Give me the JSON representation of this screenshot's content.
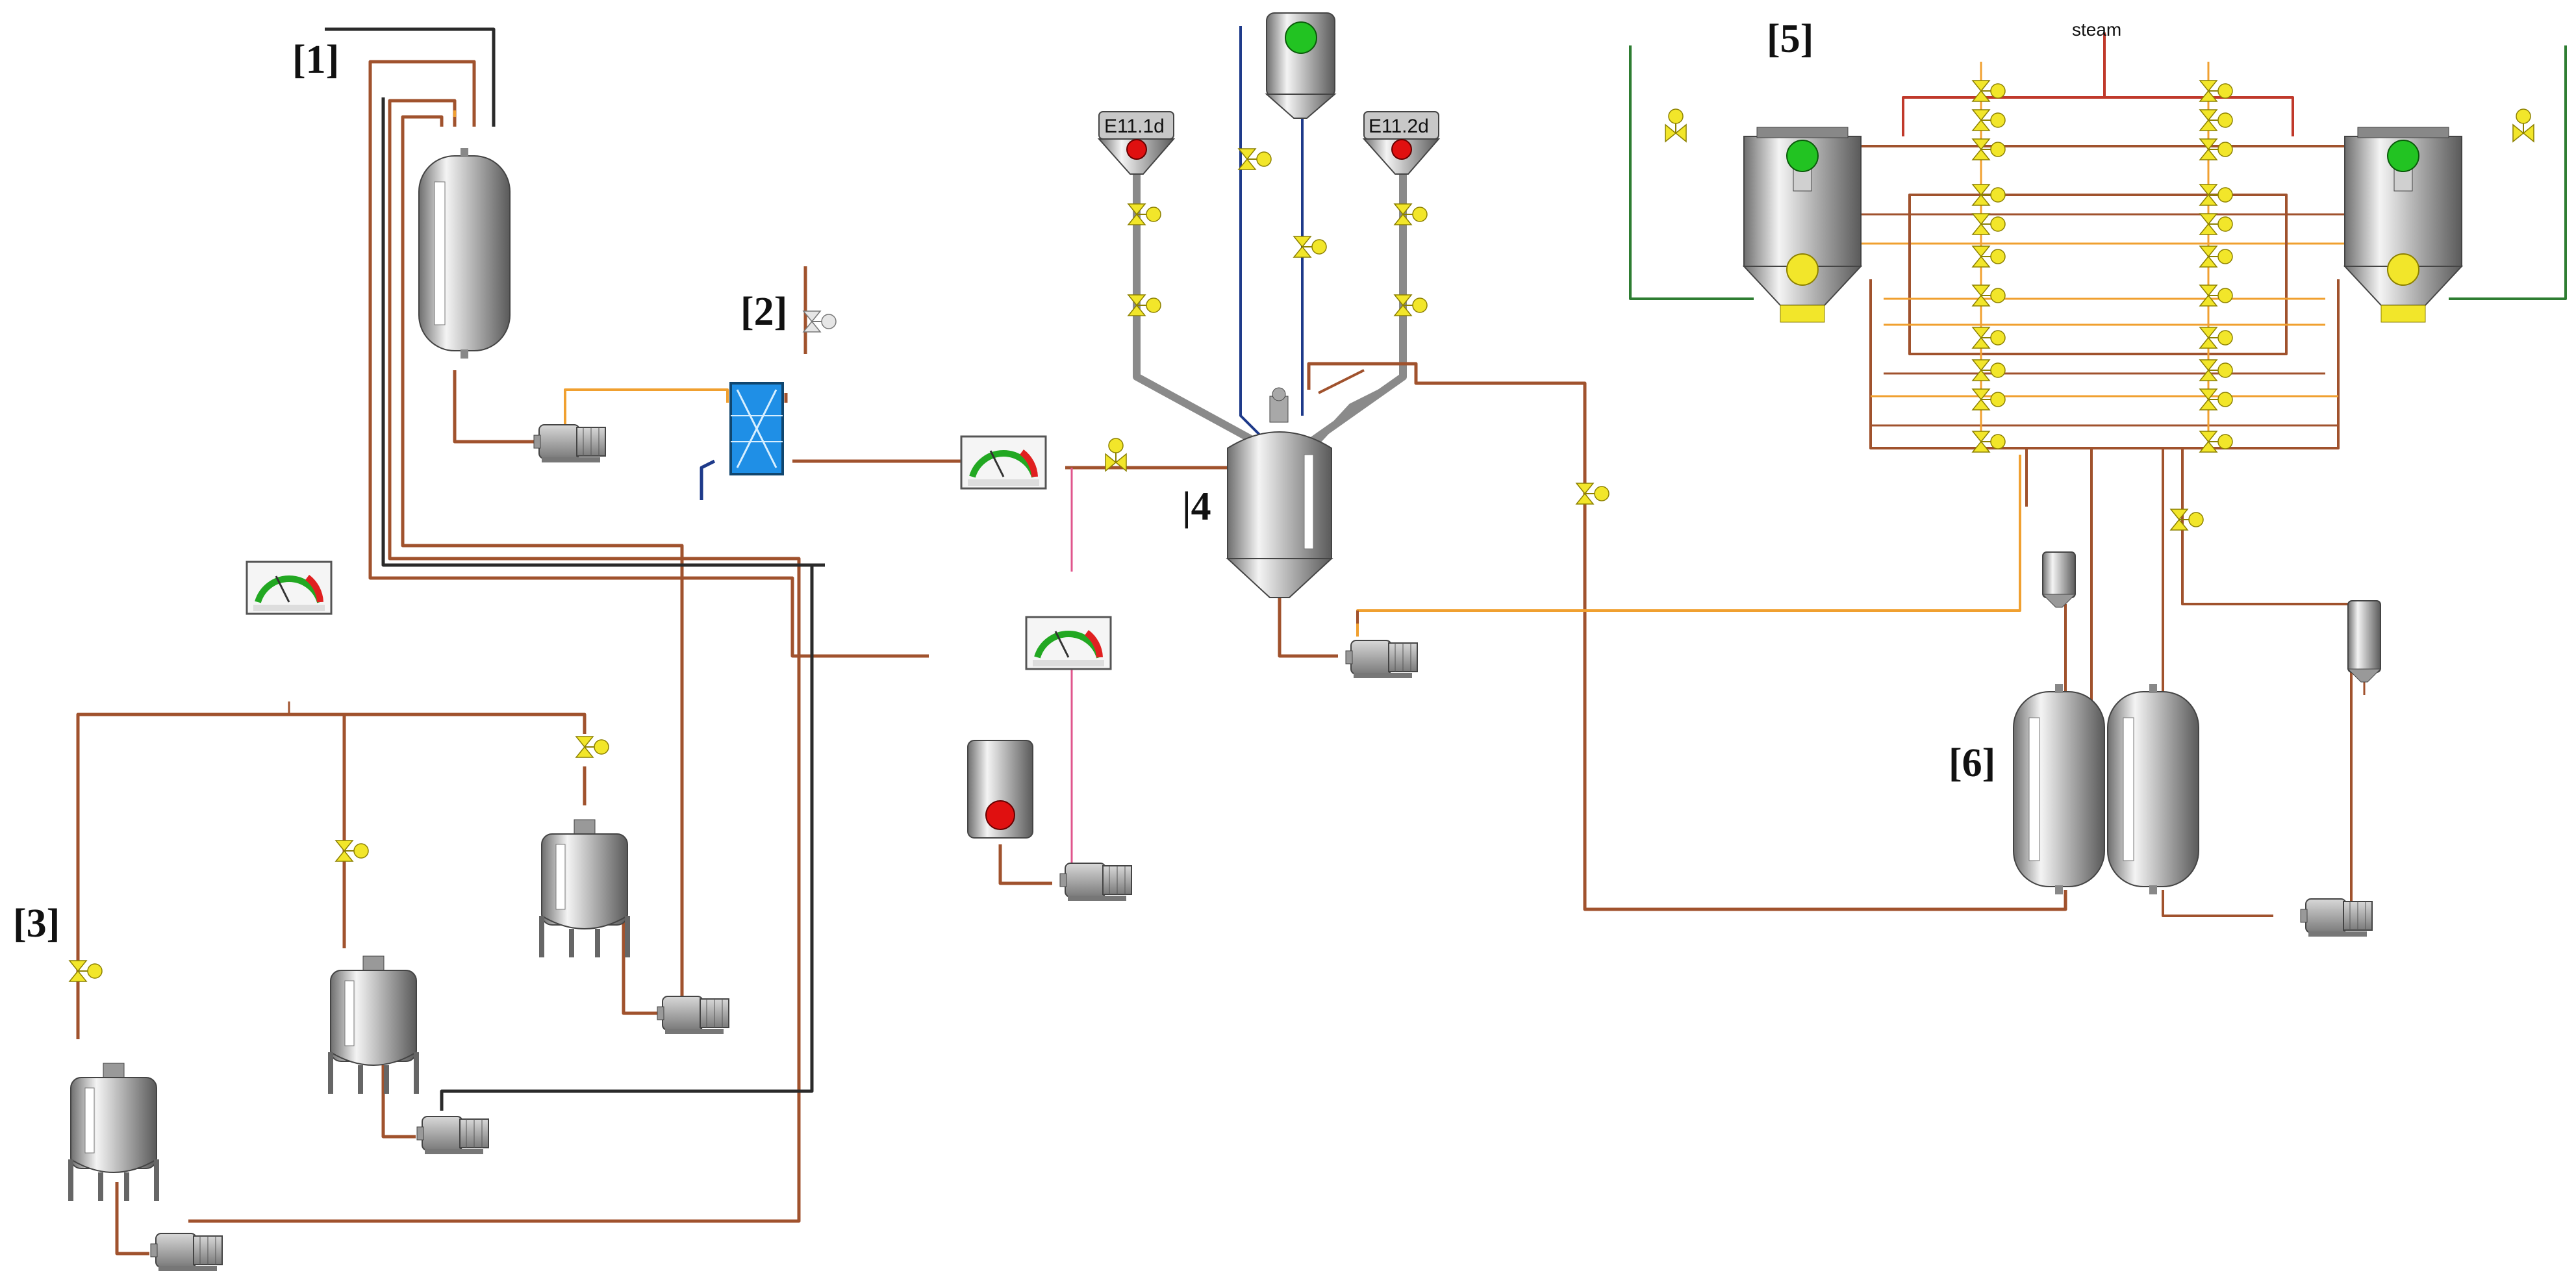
{
  "labels": {
    "l1": "[1]",
    "l2": "[2]",
    "l3": "[3]",
    "l4": "|4",
    "l5": "[5]",
    "l6": "[6]"
  },
  "tags": {
    "hopper_left": "E11.1d",
    "hopper_right": "E11.2d",
    "steam": "steam"
  },
  "colors": {
    "pipe_main": "#a0522d",
    "pipe_orange": "#f0a030",
    "pipe_dark": "#2a2a2a",
    "pipe_blue": "#1e3a8a",
    "pipe_green": "#2e7d32",
    "pipe_pink": "#e0568c",
    "pipe_red": "#c0392b",
    "valve_yellow": "#f2e62a",
    "status_green": "#22c322",
    "status_red": "#e01010",
    "status_yellow": "#f2e62a",
    "exchanger_blue": "#1f8fe6"
  },
  "status": {
    "hopper_left_lamp": "red",
    "hopper_right_lamp": "red",
    "top_tank_lamp": "green",
    "small_tank_lamp": "red",
    "reactor_left_lamps": [
      "green",
      "yellow"
    ],
    "reactor_right_lamps": [
      "green",
      "yellow"
    ]
  },
  "icons": [
    "valve-icon",
    "pump-icon",
    "gauge-icon",
    "tank-icon",
    "heat-exchanger-icon"
  ]
}
